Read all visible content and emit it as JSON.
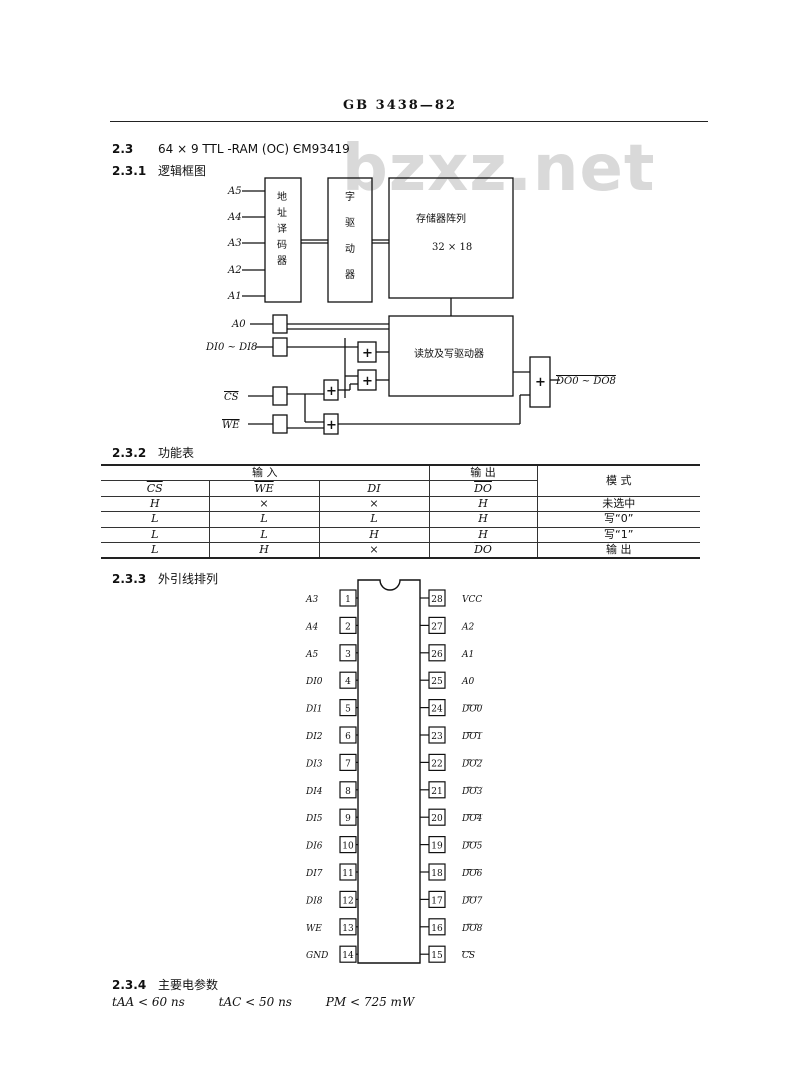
{
  "header": {
    "title": "GB 3438—82"
  },
  "watermark": "bzxz.net",
  "section_2_3": {
    "num": "2.3",
    "title": "64 × 9 TTL -RAM (OC)  ЄM93419"
  },
  "section_2_3_1": {
    "num": "2.3.1",
    "title": "逻辑框图"
  },
  "section_2_3_2": {
    "num": "2.3.2",
    "title": "功能表"
  },
  "section_2_3_3": {
    "num": "2.3.3",
    "title": "外引线排列"
  },
  "section_2_3_4": {
    "num": "2.3.4",
    "title": "主要电参数"
  },
  "logic": {
    "address_inputs": [
      "A5",
      "A4",
      "A3",
      "A2",
      "A1"
    ],
    "decoder_label": "地址译码器",
    "driver_label": "字驱动器",
    "array_label": "存储器阵列",
    "array_size": "32 × 18",
    "rw_label": "读放及写驱动器",
    "a0_label": "A0",
    "din_label": "DI0 ~ DI8",
    "cs_label": "CS",
    "we_label": "WE",
    "out_label": "DO0 ~ DO8",
    "plus": "+"
  },
  "function_table": {
    "group_input": "输      入",
    "group_output": "输    出",
    "mode_header": "模    式",
    "columns": [
      "CS",
      "WE",
      "DI",
      "DO"
    ],
    "rows": [
      {
        "cs": "H",
        "we": "×",
        "di": "×",
        "do": "H",
        "mode": "未选中"
      },
      {
        "cs": "L",
        "we": "L",
        "di": "L",
        "do": "H",
        "mode": "写“0”"
      },
      {
        "cs": "L",
        "we": "L",
        "di": "H",
        "do": "H",
        "mode": "写“1”"
      },
      {
        "cs": "L",
        "we": "H",
        "di": "×",
        "do": "DO",
        "mode": "输   出"
      }
    ]
  },
  "pinout": {
    "left": [
      {
        "num": "1",
        "name": "A3"
      },
      {
        "num": "2",
        "name": "A4"
      },
      {
        "num": "3",
        "name": "A5"
      },
      {
        "num": "4",
        "name": "DI0"
      },
      {
        "num": "5",
        "name": "DI1"
      },
      {
        "num": "6",
        "name": "DI2"
      },
      {
        "num": "7",
        "name": "DI3"
      },
      {
        "num": "8",
        "name": "DI4"
      },
      {
        "num": "9",
        "name": "DI5"
      },
      {
        "num": "10",
        "name": "DI6"
      },
      {
        "num": "11",
        "name": "DI7"
      },
      {
        "num": "12",
        "name": "DI8"
      },
      {
        "num": "13",
        "name": "WE"
      },
      {
        "num": "14",
        "name": "GND"
      }
    ],
    "right": [
      {
        "num": "28",
        "name": "VCC"
      },
      {
        "num": "27",
        "name": "A2"
      },
      {
        "num": "26",
        "name": "A1"
      },
      {
        "num": "25",
        "name": "A0"
      },
      {
        "num": "24",
        "name": "DO0"
      },
      {
        "num": "23",
        "name": "DO1"
      },
      {
        "num": "22",
        "name": "DO2"
      },
      {
        "num": "21",
        "name": "DO3"
      },
      {
        "num": "20",
        "name": "DO4"
      },
      {
        "num": "19",
        "name": "DO5"
      },
      {
        "num": "18",
        "name": "DO6"
      },
      {
        "num": "17",
        "name": "DO7"
      },
      {
        "num": "16",
        "name": "DO8"
      },
      {
        "num": "15",
        "name": "CS"
      }
    ]
  },
  "params": {
    "taa": "tAA < 60 ns",
    "tac": "tAC < 50 ns",
    "pm": "PM < 725 mW"
  }
}
